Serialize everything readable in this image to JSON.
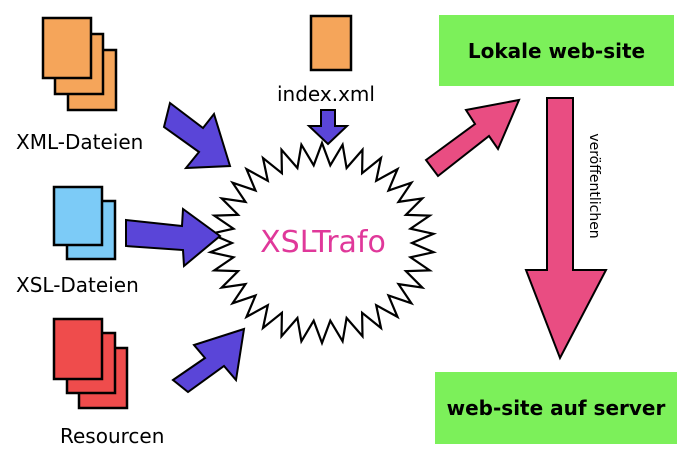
{
  "diagram": {
    "sources": {
      "xml_label": "XML-Dateien",
      "xsl_label": "XSL-Dateien",
      "resources_label": "Resourcen",
      "index_label": "index.xml"
    },
    "process": {
      "center_label": "XSLTrafo"
    },
    "outputs": {
      "local_site": "Lokale web-site",
      "server_site": "web-site auf server",
      "publish_label": "veröffentlichen"
    }
  },
  "colors": {
    "xml_docs": "#f5a55a",
    "xsl_docs": "#7ccbf7",
    "resource_docs": "#ef4c4c",
    "index_doc": "#f5a55a",
    "input_arrows": "#5a45d8",
    "output_arrows": "#e94d82",
    "green_boxes": "#7cf05a",
    "center_text": "#e0389a"
  },
  "icons": {
    "xml_docs": "orange-document-stack-icon",
    "xsl_docs": "blue-document-stack-icon",
    "resource_docs": "red-document-stack-icon",
    "index_doc": "orange-document-icon",
    "center_burst": "starburst-icon"
  }
}
